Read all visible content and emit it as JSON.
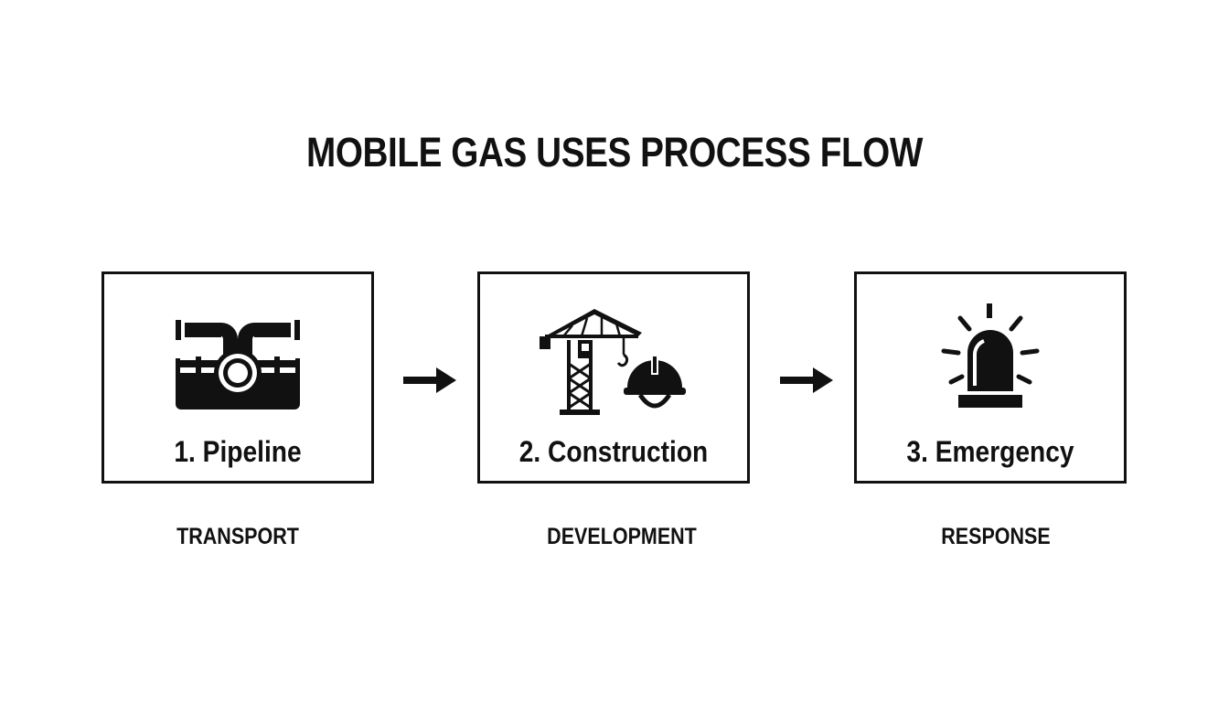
{
  "title": "MOBILE GAS USES PROCESS FLOW",
  "steps": [
    {
      "label": "1. Pipeline",
      "caption": "TRANSPORT",
      "icon": "pipeline-icon"
    },
    {
      "label": "2. Construction",
      "caption": "DEVELOPMENT",
      "icon": "crane-hardhat-icon"
    },
    {
      "label": "3. Emergency",
      "caption": "RESPONSE",
      "icon": "siren-icon"
    }
  ],
  "connectors": [
    "arrow-right-icon",
    "arrow-right-icon"
  ],
  "colors": {
    "ink": "#111111",
    "background": "#ffffff"
  }
}
